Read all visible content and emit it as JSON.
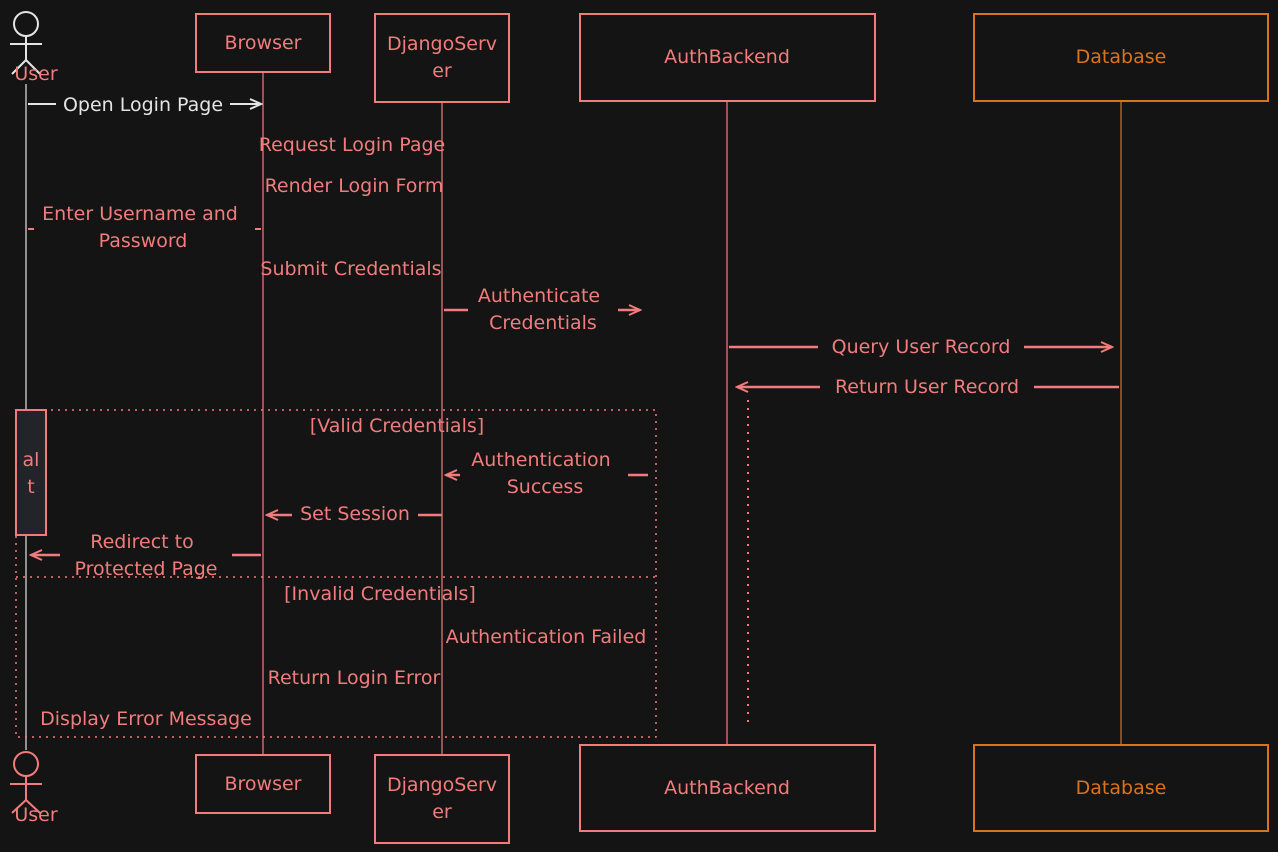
{
  "colors": {
    "background": "#141414",
    "participant": "#f27c7c",
    "database": "#d9731d",
    "user": "#e4e4e4",
    "alt_box_fill": "#23232a"
  },
  "participants": {
    "user": "User",
    "browser": "Browser",
    "django_line1": "DjangoServ",
    "django_line2": "er",
    "auth": "AuthBackend",
    "database": "Database"
  },
  "messages": {
    "open_login": "Open Login Page",
    "request_login": "Request Login Page",
    "render_form": "Render Login Form",
    "enter_creds_1": "Enter Username and",
    "enter_creds_2": "Password",
    "submit_creds": "Submit Credentials",
    "authenticate_1": "Authenticate",
    "authenticate_2": "Credentials",
    "query_user": "Query User Record",
    "return_user": "Return User Record",
    "auth_success_1": "Authentication",
    "auth_success_2": "Success",
    "set_session": "Set Session",
    "redirect_1": "Redirect to",
    "redirect_2": "Protected Page",
    "auth_failed": "Authentication Failed",
    "return_error": "Return Login Error",
    "display_error": "Display Error Message"
  },
  "fragment": {
    "keyword_1": "al",
    "keyword_2": "t",
    "guard_valid": "[Valid Credentials]",
    "guard_invalid": "[Invalid Credentials]"
  }
}
